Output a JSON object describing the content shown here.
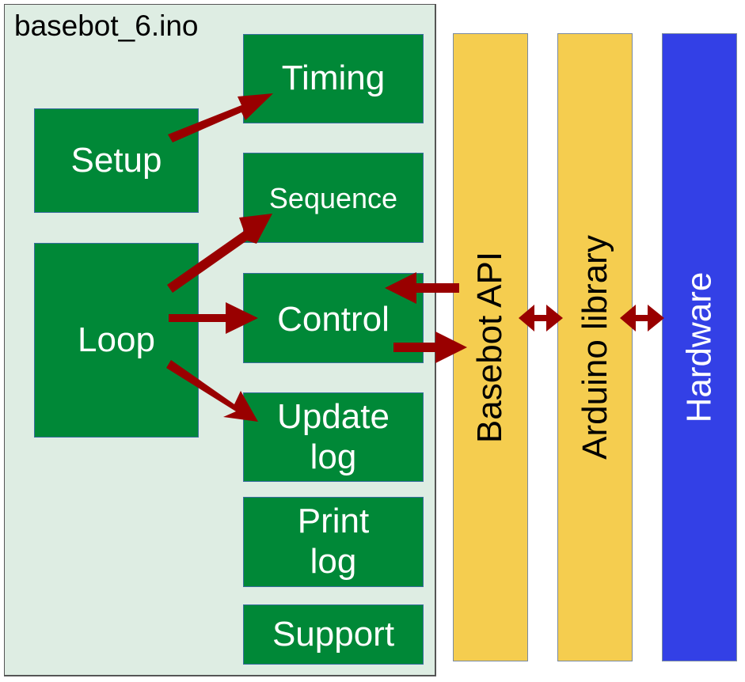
{
  "sketch": {
    "title": "basebot_6.ino",
    "blocks": {
      "setup": "Setup",
      "loop": "Loop",
      "timing": "Timing",
      "sequence": "Sequence",
      "control": "Control",
      "update_log_1": "Update",
      "update_log_2": "log",
      "print_log_1": "Print",
      "print_log_2": "log",
      "support": "Support"
    }
  },
  "layers": [
    {
      "label": "Basebot API",
      "color": "#f5cd4f"
    },
    {
      "label": "Arduino library",
      "color": "#f5cd4f"
    },
    {
      "label": "Hardware",
      "color": "#3340e6"
    }
  ],
  "colors": {
    "block_green": "#008837",
    "arrow": "#990000",
    "sketch_bg": "#deede3"
  }
}
